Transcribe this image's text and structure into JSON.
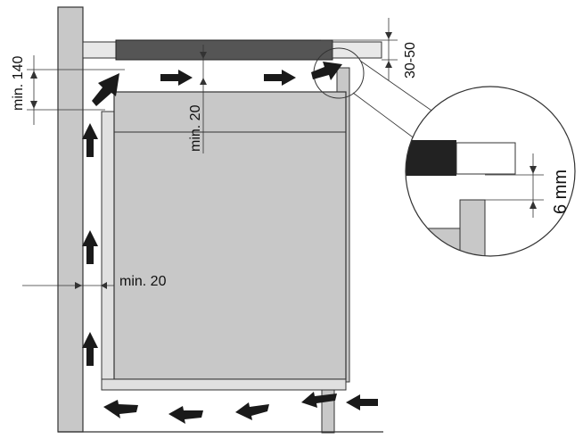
{
  "labels": {
    "min140": "min. 140",
    "min20_top": "min. 20",
    "min20_side": "min. 20",
    "gap_30_50": "30-50",
    "gap_6mm": "6 mm"
  },
  "colors": {
    "panel_fill": "#c8c8c8",
    "worktop_fill": "#555555",
    "arrow_fill": "#1a1a1a",
    "line_stroke": "#333333"
  }
}
